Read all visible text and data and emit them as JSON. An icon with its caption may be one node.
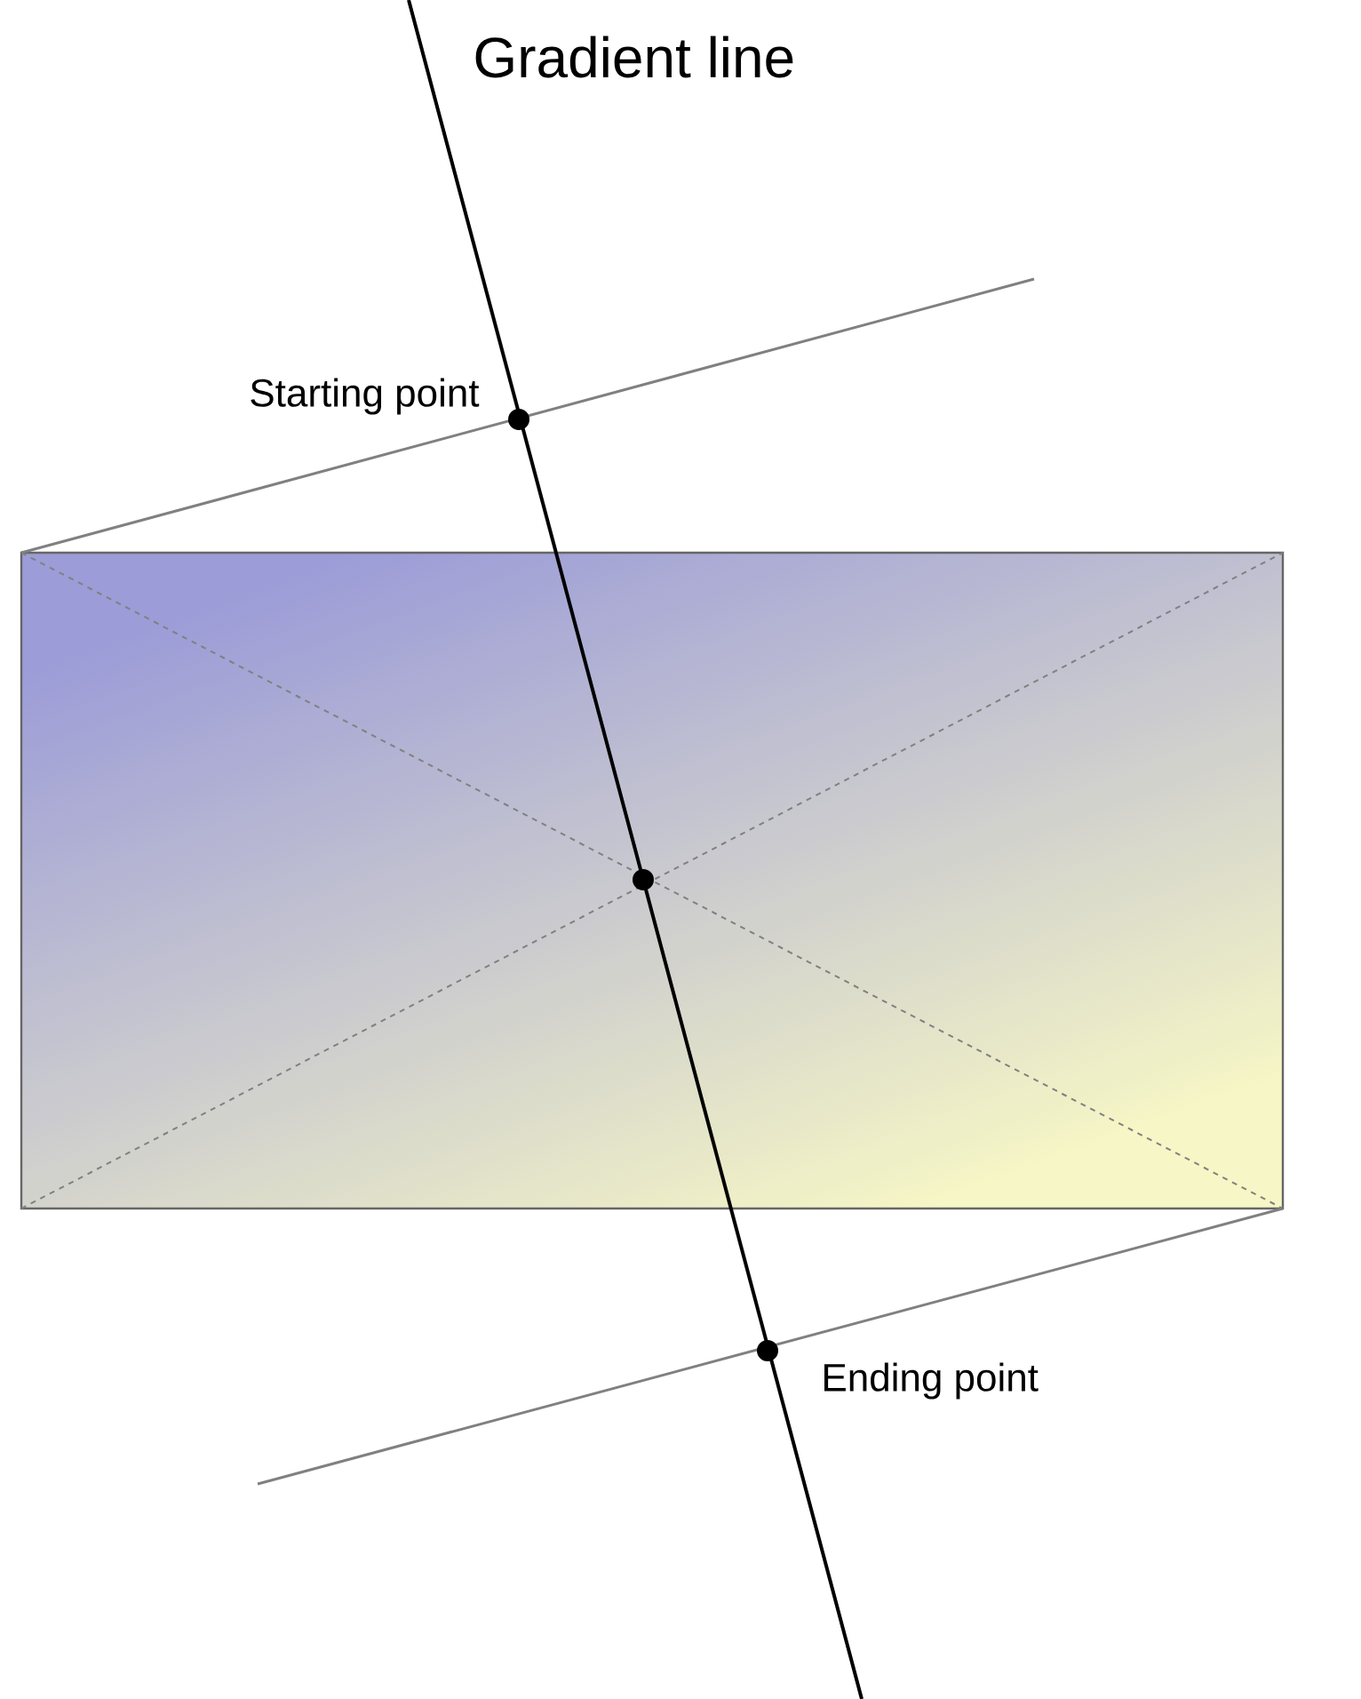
{
  "diagram": {
    "labels": [
      "Gradient line",
      "Starting point",
      "Ending point"
    ]
  }
}
